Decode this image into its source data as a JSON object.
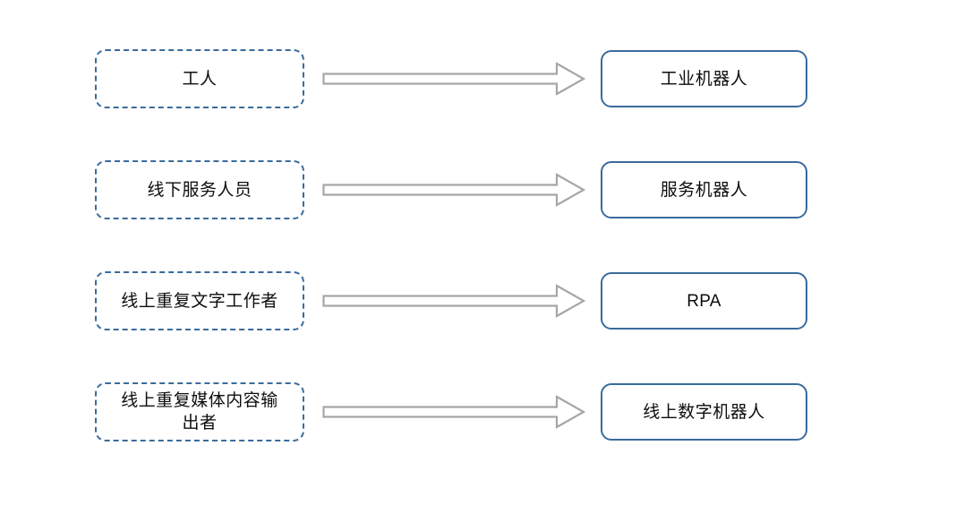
{
  "diagram": {
    "type": "mapping-flow",
    "background_color": "#ffffff",
    "source_border_color": "#3A6B9C",
    "target_border_color": "#3A6B9C",
    "arrow_color": "#A6A6A6",
    "text_color": "#0d0d0d",
    "rows": [
      {
        "source": "工人",
        "arrow": "block-arrow-right",
        "target": "工业机器人",
        "target_script": "han"
      },
      {
        "source": "线下服务人员",
        "arrow": "block-arrow-right",
        "target": "服务机器人",
        "target_script": "han"
      },
      {
        "source": "线上重复文字工作者",
        "arrow": "block-arrow-right",
        "target": "RPA",
        "target_script": "latin"
      },
      {
        "source": "线上重复媒体内容输\n出者",
        "arrow": "block-arrow-right",
        "target": "线上数字机器人",
        "target_script": "han"
      }
    ]
  }
}
